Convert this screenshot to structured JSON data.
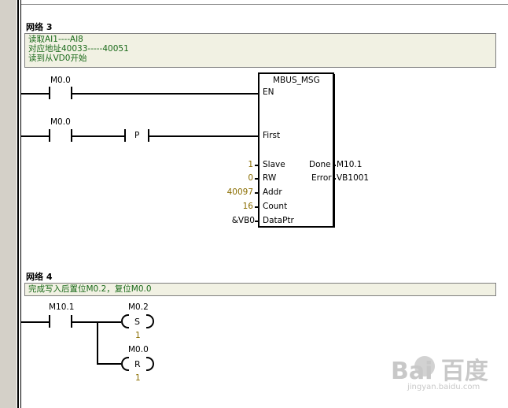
{
  "network3": {
    "title": "网络 3",
    "comment_lines": [
      "读取AI1----AI8",
      "对应地址40033-----40051",
      "读到从VD0开始"
    ],
    "contact1_label": "M0.0",
    "contact2_label": "M0.0",
    "pulse_label": "P",
    "block": {
      "name": "MBUS_MSG",
      "inputs": {
        "en": "EN",
        "first": "First",
        "slave": "Slave",
        "rw": "RW",
        "addr": "Addr",
        "count": "Count",
        "dataptr": "DataPtr"
      },
      "outputs": {
        "done": "Done",
        "error": "Error"
      },
      "values": {
        "slave": "1",
        "rw": "0",
        "addr": "40097",
        "count": "16",
        "dataptr": "&VB0",
        "done": "M10.1",
        "error": "VB1001"
      }
    }
  },
  "network4": {
    "title": "网络 4",
    "comment": "完成写入后置位M0.2，复位M0.0",
    "contact_label": "M10.1",
    "coil_set": {
      "label": "M0.2",
      "letter": "S",
      "count": "1"
    },
    "coil_reset": {
      "label": "M0.0",
      "letter": "R",
      "count": "1"
    }
  },
  "watermark": {
    "text": "Bai  百度",
    "sub": "jingyan.baidu.com"
  }
}
